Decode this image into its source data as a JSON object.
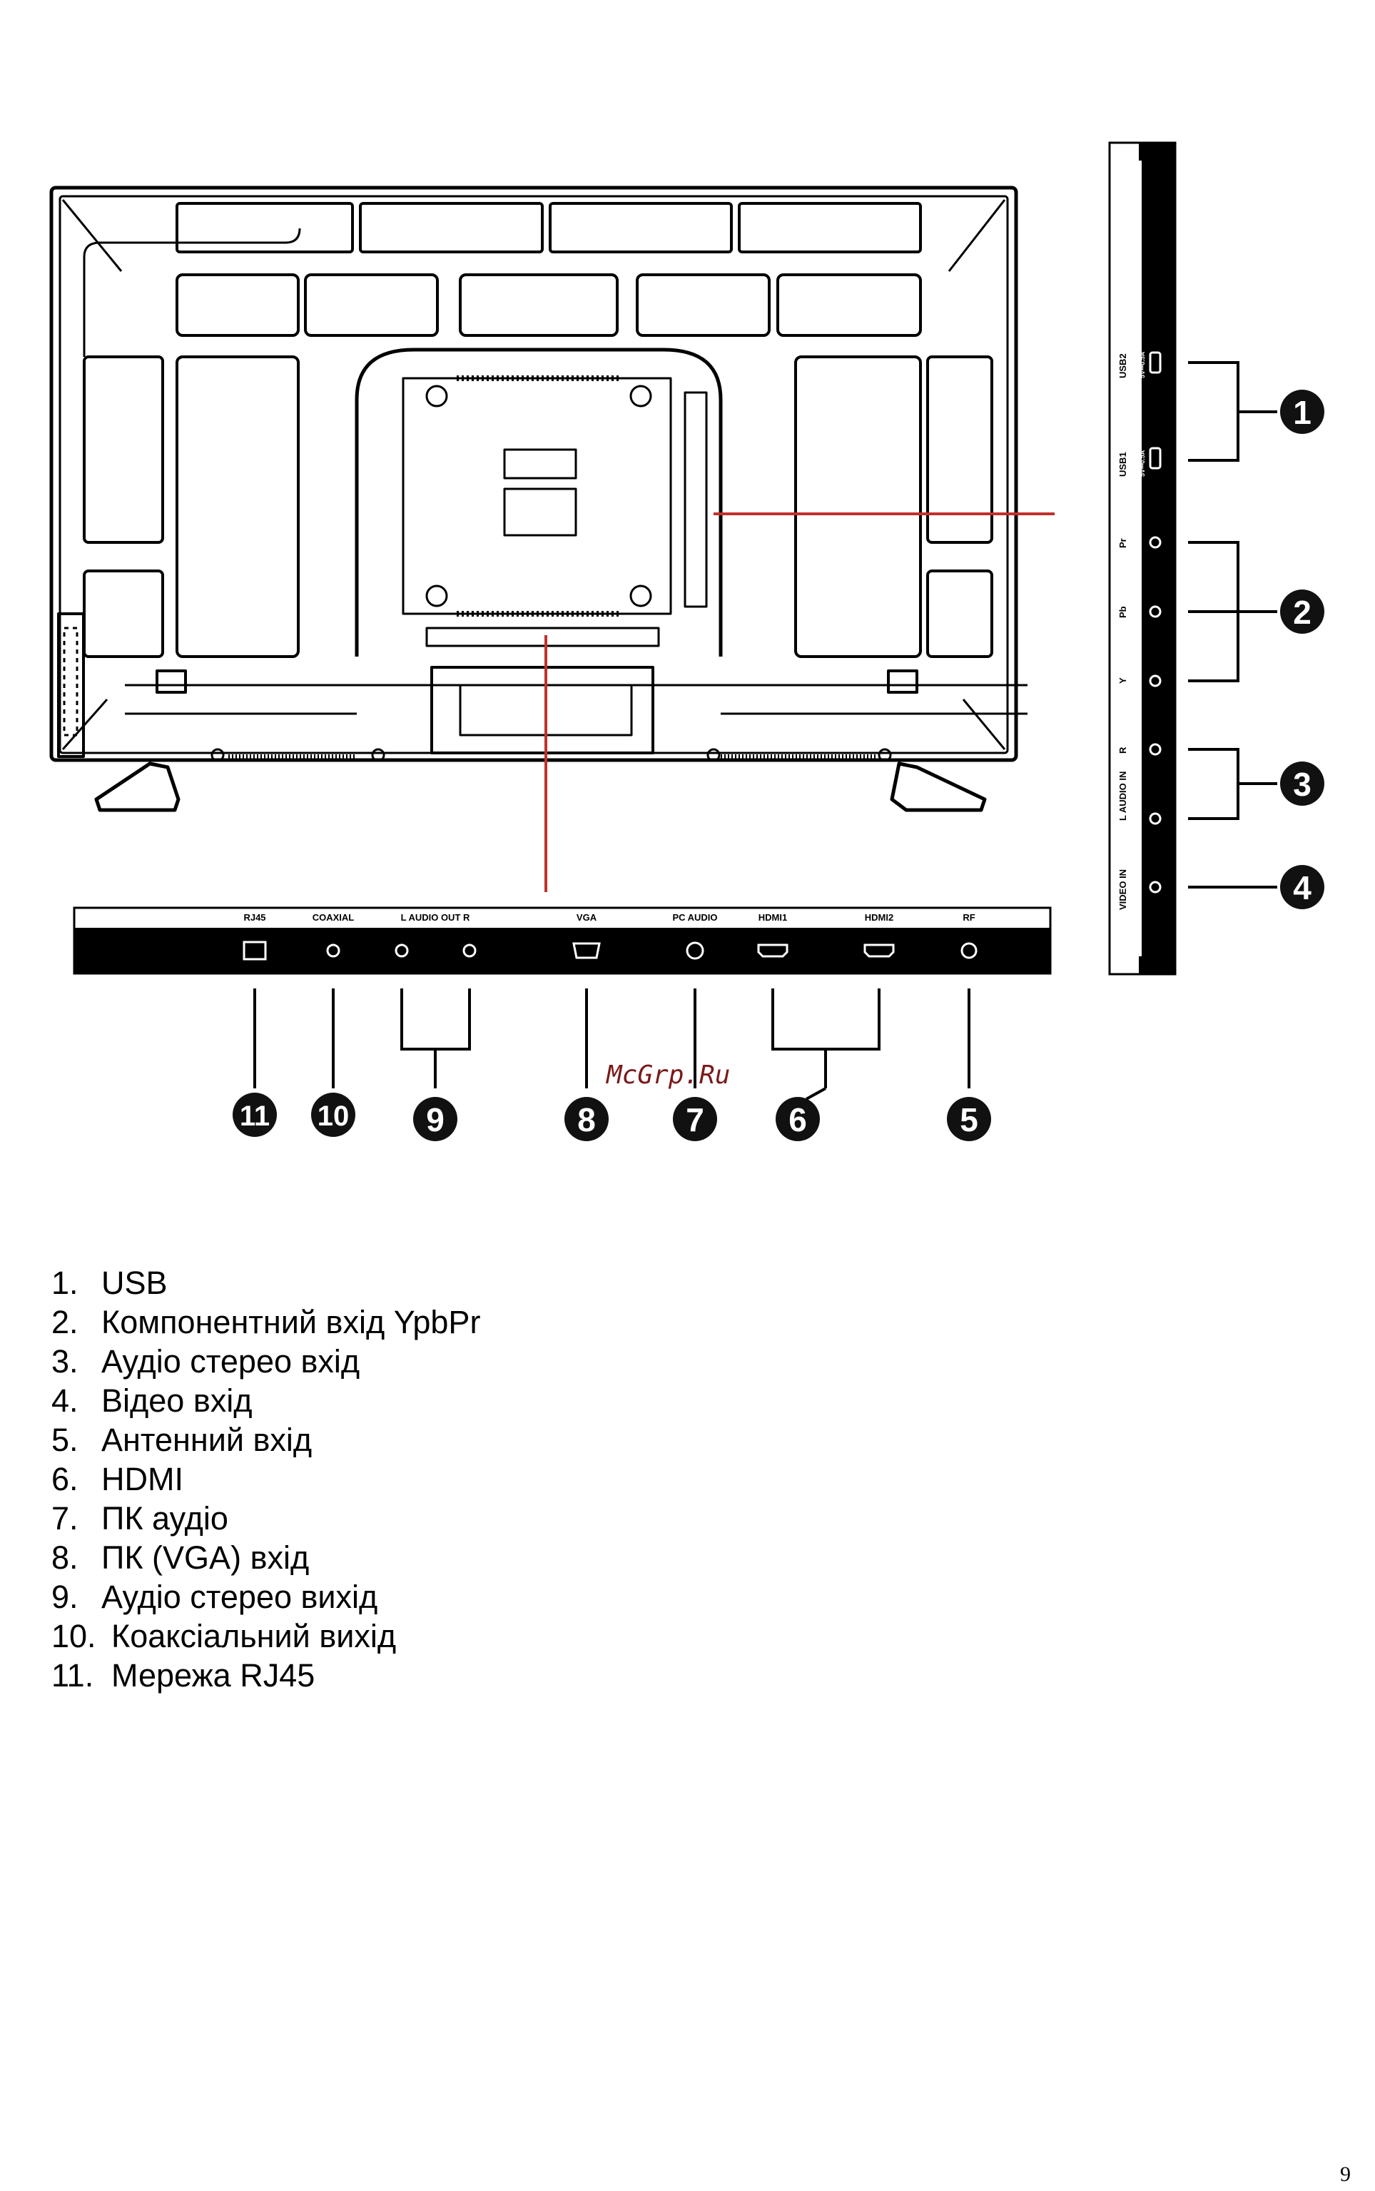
{
  "document": {
    "page_number": "9",
    "watermark": "McGrp.Ru"
  },
  "rear_panel": {
    "bottom_ports": [
      {
        "label": "RJ45",
        "callout": "11"
      },
      {
        "label": "COAXIAL",
        "callout": "10"
      },
      {
        "label": "L AUDIO OUT R",
        "callout": "9"
      },
      {
        "label": "VGA",
        "callout": "8"
      },
      {
        "label": "PC AUDIO",
        "callout": "7"
      },
      {
        "label": "HDMI1",
        "callout": "6"
      },
      {
        "label": "HDMI2",
        "callout": "6"
      },
      {
        "label": "RF",
        "callout": "5"
      }
    ],
    "side_ports": {
      "usb2": "USB2",
      "usb1": "USB1",
      "usb_rating": "5V⎓0.5A",
      "pr": "Pr",
      "pb": "Pb",
      "y": "Y",
      "r": "R",
      "audio_in": "L   AUDIO IN",
      "video_in": "VIDEO IN"
    },
    "callouts": {
      "c1": "1",
      "c2": "2",
      "c3": "3",
      "c4": "4",
      "c5": "5",
      "c6": "6",
      "c7": "7",
      "c8": "8",
      "c9": "9",
      "c10": "10",
      "c11": "11"
    },
    "colors": {
      "panel": "#000000",
      "leader_red": "#c0312b",
      "badge": "#111111"
    }
  },
  "legend": [
    {
      "num": "1.",
      "text": "USB"
    },
    {
      "num": "2.",
      "text": "Компонентний вхід YpbPr"
    },
    {
      "num": "3.",
      "text": "Аудіо стерео вхід"
    },
    {
      "num": "4.",
      "text": "Відео вхід"
    },
    {
      "num": "5.",
      "text": "Антенний вхід"
    },
    {
      "num": "6.",
      "text": "HDMI"
    },
    {
      "num": "7.",
      "text": "ПК аудіо"
    },
    {
      "num": "8.",
      "text": "ПК (VGA) вхід"
    },
    {
      "num": "9.",
      "text": "Аудіо стерео вихід"
    },
    {
      "num": "10.",
      "text": "Коаксіальний вихід"
    },
    {
      "num": "11.",
      "text": "Мережа RJ45"
    }
  ]
}
